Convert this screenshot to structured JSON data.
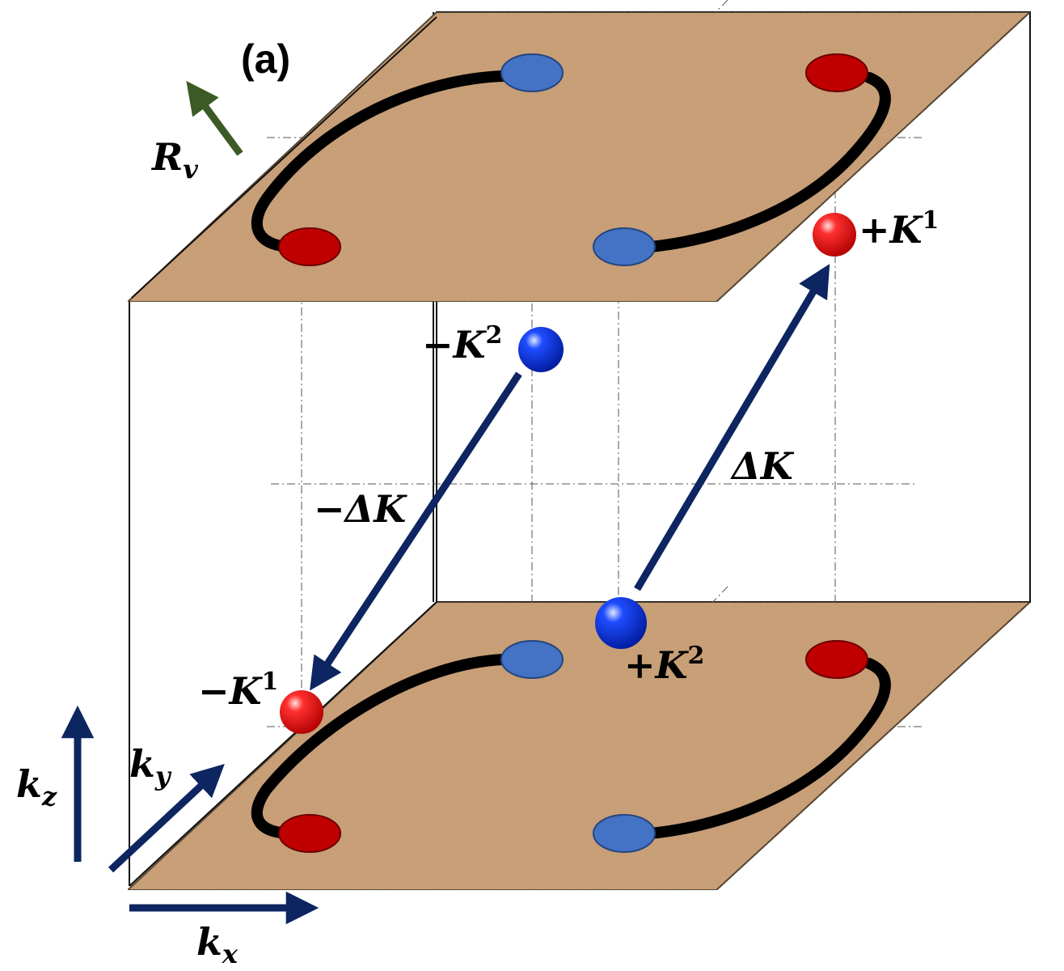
{
  "panel_label": "(a)",
  "labels": {
    "plus_K1": {
      "sign": "+",
      "base": "K",
      "sup": "1"
    },
    "minus_K2": {
      "sign": "−",
      "base": "K",
      "sup": "2"
    },
    "minus_K1": {
      "sign": "−",
      "base": "K",
      "sup": "1"
    },
    "plus_K2": {
      "sign": "+",
      "base": "K",
      "sup": "2"
    },
    "delta_K": "ΔK",
    "minus_delta_K": "−ΔK",
    "R_v": {
      "base": "R",
      "sub": "v"
    },
    "k_x": {
      "base": "k",
      "sub": "x"
    },
    "k_y": {
      "base": "k",
      "sub": "y"
    },
    "k_z": {
      "base": "k",
      "sub": "z"
    }
  },
  "colors": {
    "plane": "#d4a77e",
    "red_node": "#c00000",
    "blue_node": "#4472c4",
    "arrow_navy": "#0d2560",
    "arrow_green": "#3b5a25",
    "arc": "#000000"
  }
}
